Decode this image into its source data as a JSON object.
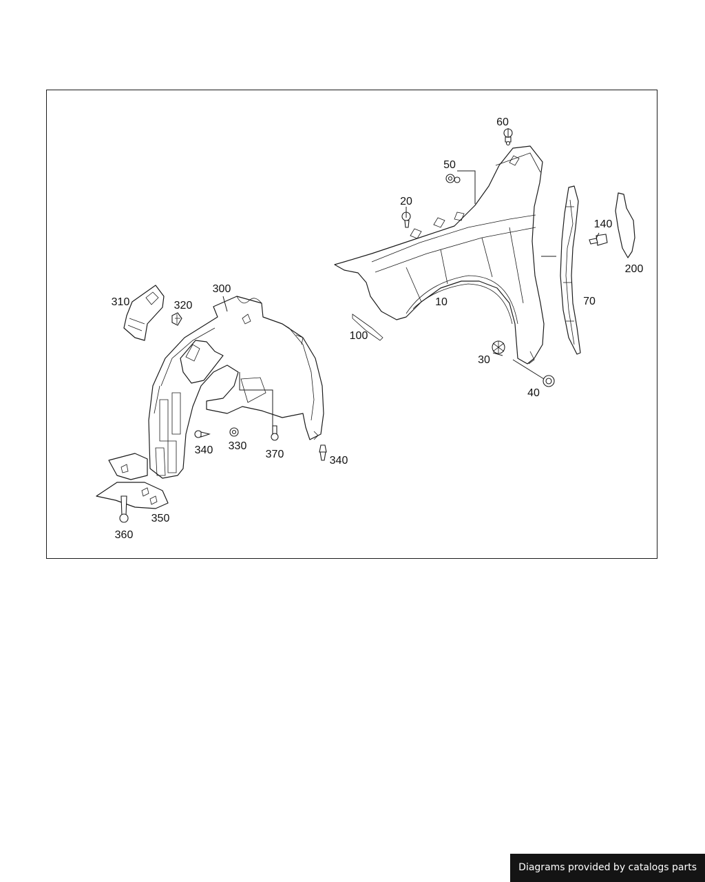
{
  "credit": "Diagrams provided by catalogs parts",
  "callouts": {
    "p10": "10",
    "p20": "20",
    "p30": "30",
    "p40": "40",
    "p50": "50",
    "p60": "60",
    "p70": "70",
    "p100": "100",
    "p140": "140",
    "p200": "200",
    "p300": "300",
    "p310": "310",
    "p320": "320",
    "p330": "330",
    "p340a": "340",
    "p340b": "340",
    "p350": "350",
    "p360": "360",
    "p370": "370"
  }
}
